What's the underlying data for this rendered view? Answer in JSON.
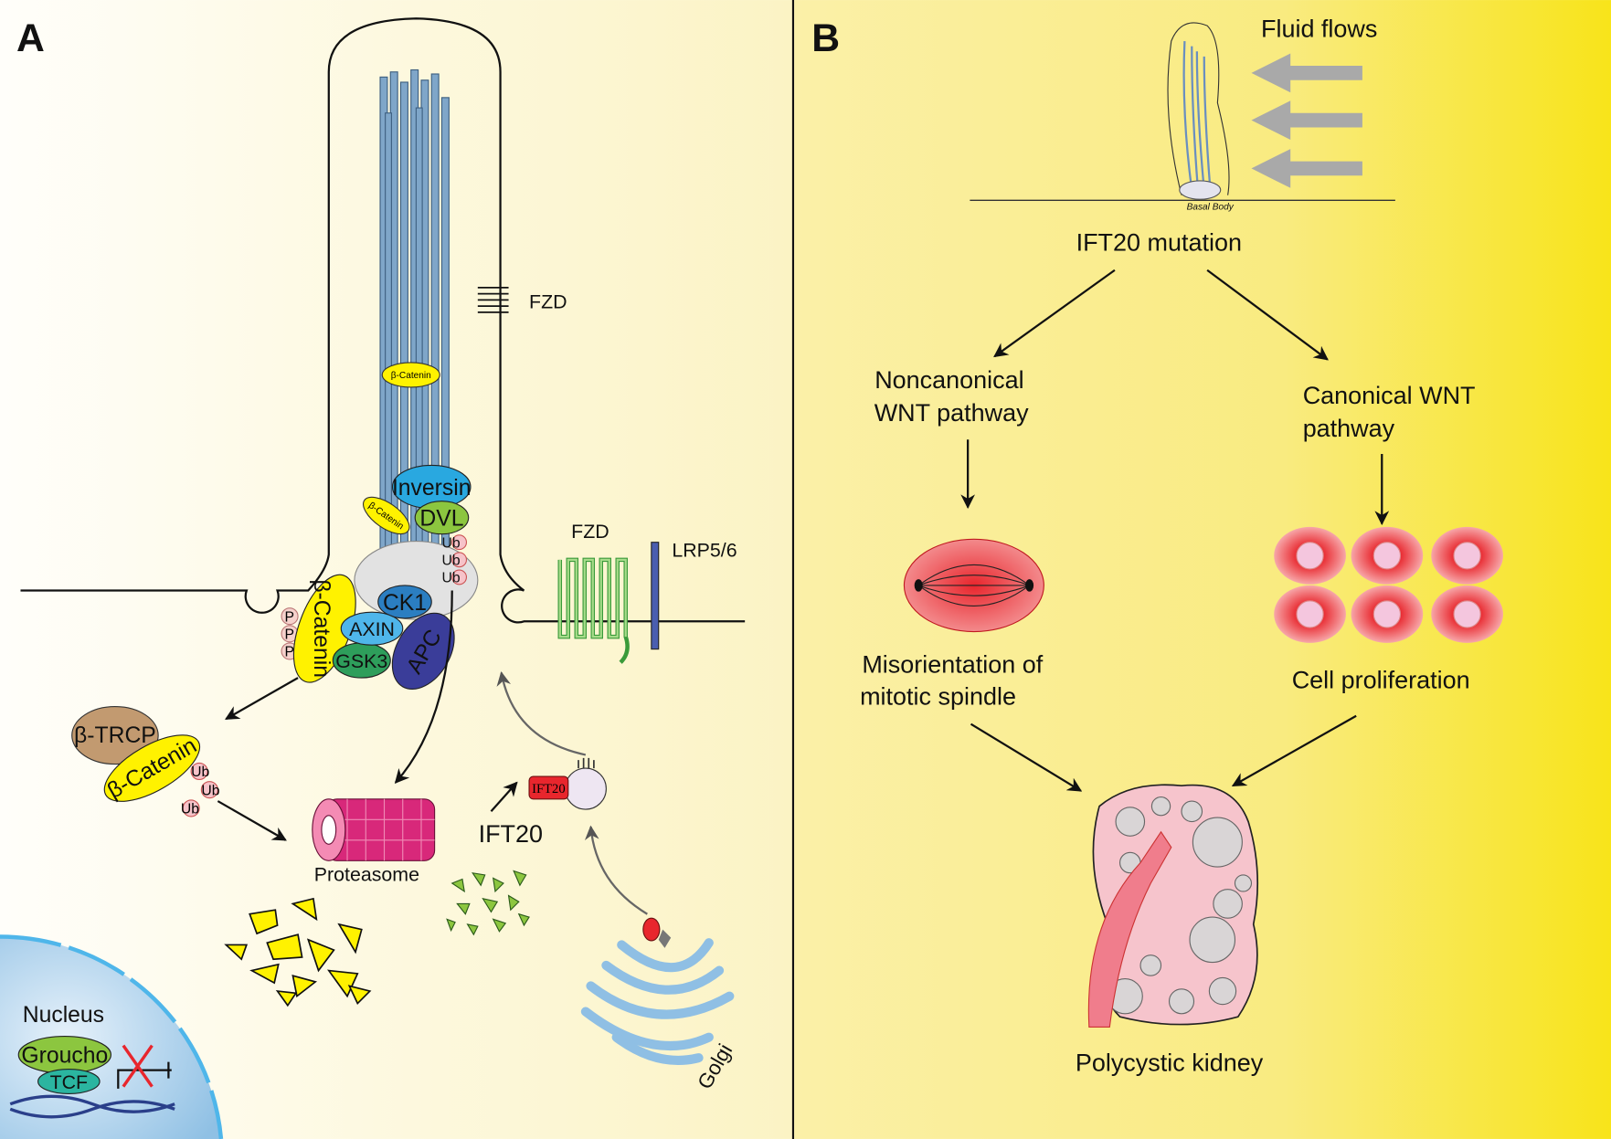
{
  "panels": {
    "a": {
      "label": "A",
      "fzd_cilium": "FZD",
      "beta_catenin_cilium": "β-Catenin",
      "inversin": "Inversin",
      "beta_catenin_small": "β-Catenin",
      "dvl": "DVL",
      "ub": "Ub",
      "beta_catenin_complex": "β-Catenin",
      "p": "P",
      "ck1": "CK1",
      "axin": "AXIN",
      "gsk3": "GSK3",
      "apc": "APC",
      "fzd_membrane": "FZD",
      "lrp": "LRP5/6",
      "btrcp": "β-TRCP",
      "beta_catenin_ub": "β-Catenin",
      "proteasome": "Proteasome",
      "ift20_vesicle": "IFT20",
      "ift20": "IFT20",
      "golgi": "Golgi",
      "nucleus": "Nucleus",
      "groucho": "Groucho",
      "tcf": "TCF"
    },
    "b": {
      "label": "B",
      "fluid_flows": "Fluid flows",
      "basal_body": "Basal Body",
      "ift20_mutation": "IFT20  mutation",
      "noncanonical_1": "Noncanonical",
      "noncanonical_2": "WNT pathway",
      "canonical_1": "Canonical WNT",
      "canonical_2": "pathway",
      "misorientation_1": "Misorientation of",
      "misorientation_2": "mitotic spindle",
      "proliferation": "Cell proliferation",
      "polycystic": "Polycystic kidney"
    }
  },
  "colors": {
    "panel_a_bg": "#fffdf2",
    "panel_b_bg": "#f8e41a",
    "axoneme": "#7fa6c9",
    "inversin": "#29a8e0",
    "dvl": "#8cc63f",
    "beta_catenin": "#fff200",
    "ck1": "#2b7ec1",
    "axin": "#4fb6ea",
    "gsk3": "#2e9e5b",
    "apc": "#3a3d99",
    "proteasome": "#d8287a",
    "nucleus": "#8fc0e4",
    "spindle": "#e8262d",
    "kidney": "#f4a7b4"
  }
}
